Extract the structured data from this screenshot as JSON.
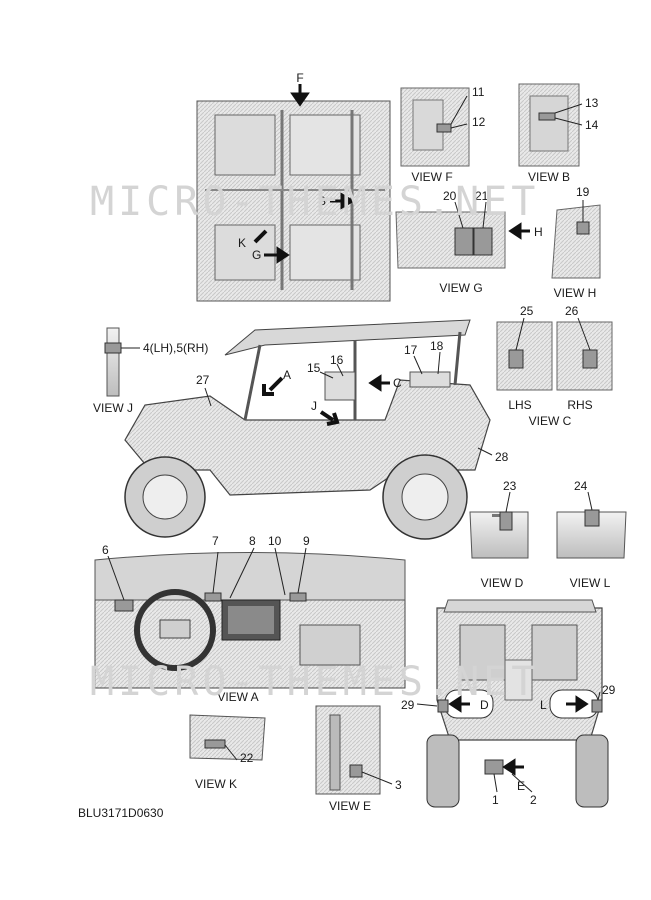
{
  "diagram": {
    "watermark": "MICRO-THEMES.NET",
    "footer_code": "BLU3171D0630",
    "views": {
      "top": {
        "arrow_f": "F",
        "arrow_b": "B",
        "arrow_k": "K",
        "arrow_g": "G"
      },
      "f": {
        "title": "VIEW F",
        "callouts": [
          "11",
          "12"
        ]
      },
      "b": {
        "title": "VIEW B",
        "callouts": [
          "13",
          "14"
        ]
      },
      "g": {
        "title": "VIEW G",
        "callouts": [
          "20",
          "21"
        ],
        "arrow": "H"
      },
      "h": {
        "title": "VIEW H",
        "callouts": [
          "19"
        ]
      },
      "j": {
        "title": "VIEW J",
        "callout": "4(LH),5(RH)"
      },
      "c": {
        "title": "VIEW C",
        "left": "LHS",
        "right": "RHS",
        "callouts": [
          "25",
          "26"
        ]
      },
      "side": {
        "callouts": [
          "27",
          "15",
          "16",
          "17",
          "18",
          "28"
        ],
        "arrow_a": "A",
        "arrow_c": "C",
        "arrow_j": "J"
      },
      "d": {
        "title": "VIEW D",
        "callouts": [
          "23"
        ]
      },
      "l": {
        "title": "VIEW L",
        "callouts": [
          "24"
        ]
      },
      "a": {
        "title": "VIEW A",
        "callouts": [
          "6",
          "7",
          "8",
          "10",
          "9"
        ]
      },
      "k": {
        "title": "VIEW K",
        "callouts": [
          "22"
        ]
      },
      "e": {
        "title": "VIEW E",
        "callouts": [
          "3"
        ]
      },
      "rear": {
        "callouts": [
          "29",
          "29",
          "1",
          "2"
        ],
        "arrow_d": "D",
        "arrow_l": "L",
        "arrow_e": "E"
      }
    }
  }
}
